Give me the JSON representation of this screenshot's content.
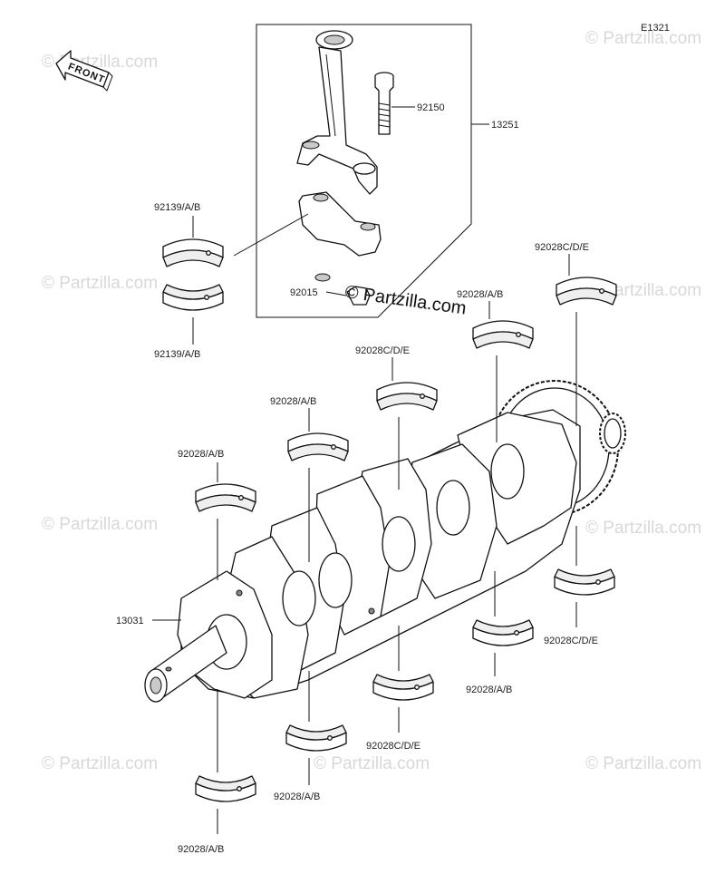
{
  "diagram_code": "E1321",
  "front_label": "FRONT",
  "watermark": "© Partzilla.com",
  "center_watermark": "© Partzilla.com",
  "assembly_box_label": "13251",
  "labels": {
    "bolt": "92150",
    "nut": "92015",
    "conrod_bearing_upper": "92139/A/B",
    "conrod_bearing_lower": "92139/A/B",
    "crankshaft": "13031",
    "main_top_1": "92028/A/B",
    "main_top_2": "92028/A/B",
    "main_top_3": "92028C/D/E",
    "main_top_4": "92028/A/B",
    "main_top_5": "92028C/D/E",
    "main_bot_1": "92028/A/B",
    "main_bot_2": "92028/A/B",
    "main_bot_3": "92028C/D/E",
    "main_bot_4": "92028/A/B",
    "main_bot_5": "92028C/D/E"
  }
}
